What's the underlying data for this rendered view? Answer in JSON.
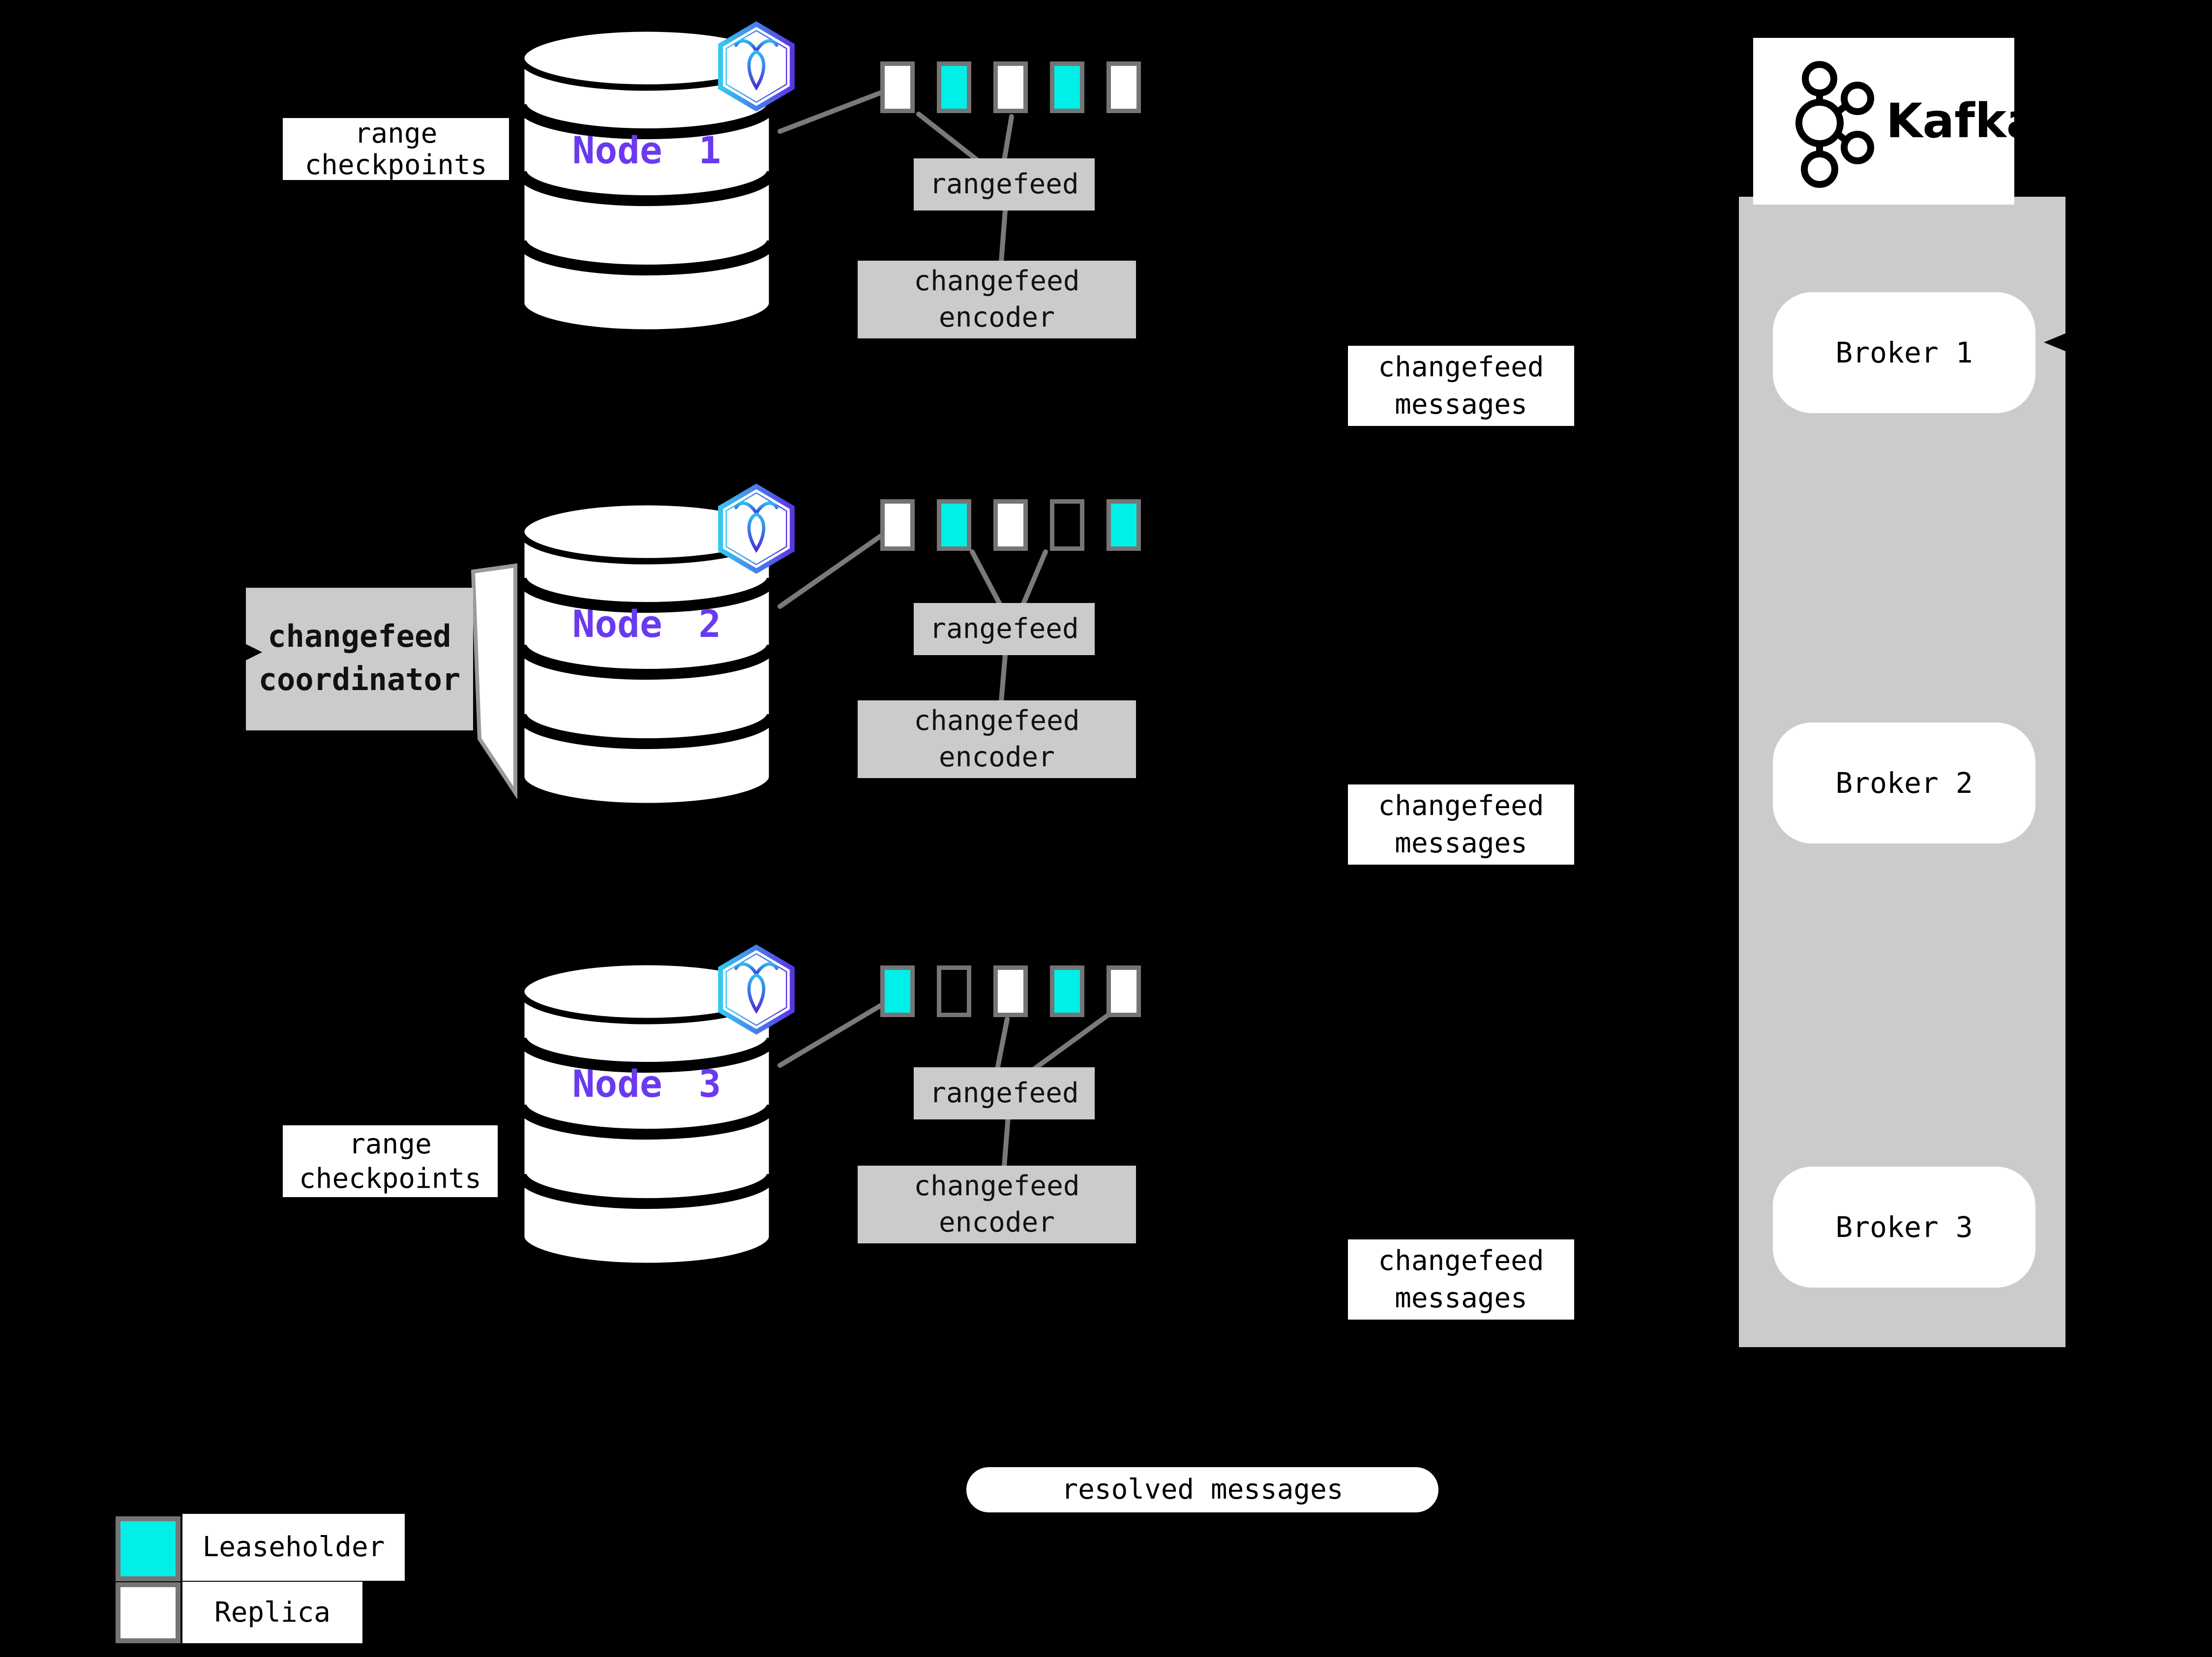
{
  "colors": {
    "background": "#000000",
    "leaseholder": "#00efe8",
    "replica": "#ffffff",
    "empty_range": "transparent",
    "process_box_gray": "#cbcbcb",
    "kafka_container_gray": "#cbcbcb",
    "node_label_purple": "#6a39f0",
    "connector_gray": "#7a7a7a",
    "square_border_gray": "#757575"
  },
  "nodes": [
    {
      "label": "Node 1",
      "squares": [
        {
          "role": "Replica",
          "color": "#ffffff"
        },
        {
          "role": "Leaseholder",
          "color": "#00efe8"
        },
        {
          "role": "Replica",
          "color": "#ffffff"
        },
        {
          "role": "Leaseholder",
          "color": "#00efe8"
        },
        {
          "role": "Replica",
          "color": "#ffffff"
        }
      ]
    },
    {
      "label": "Node 2",
      "squares": [
        {
          "role": "Replica",
          "color": "#ffffff"
        },
        {
          "role": "Leaseholder",
          "color": "#00efe8"
        },
        {
          "role": "Replica",
          "color": "#ffffff"
        },
        {
          "role": "Empty",
          "color": "transparent"
        },
        {
          "role": "Leaseholder",
          "color": "#00efe8"
        }
      ]
    },
    {
      "label": "Node 3",
      "squares": [
        {
          "role": "Leaseholder",
          "color": "#00efe8"
        },
        {
          "role": "Empty",
          "color": "transparent"
        },
        {
          "role": "Replica",
          "color": "#ffffff"
        },
        {
          "role": "Leaseholder",
          "color": "#00efe8"
        },
        {
          "role": "Replica",
          "color": "#ffffff"
        }
      ]
    }
  ],
  "labels": {
    "range_checkpoints_line1": "range",
    "range_checkpoints_line2": "checkpoints",
    "coordinator_line1": "changefeed",
    "coordinator_line2": "coordinator",
    "rangefeed": "rangefeed",
    "encoder_line1": "changefeed",
    "encoder_line2": "encoder",
    "messages_line1": "changefeed",
    "messages_line2": "messages",
    "resolved": "resolved messages"
  },
  "kafka": {
    "brand": "Kafka",
    "brokers": [
      "Broker 1",
      "Broker 2",
      "Broker 3"
    ]
  },
  "legend": {
    "leaseholder_label": "Leaseholder",
    "replica_label": "Replica",
    "leaseholder_color": "#00efe8",
    "replica_color": "#ffffff"
  }
}
